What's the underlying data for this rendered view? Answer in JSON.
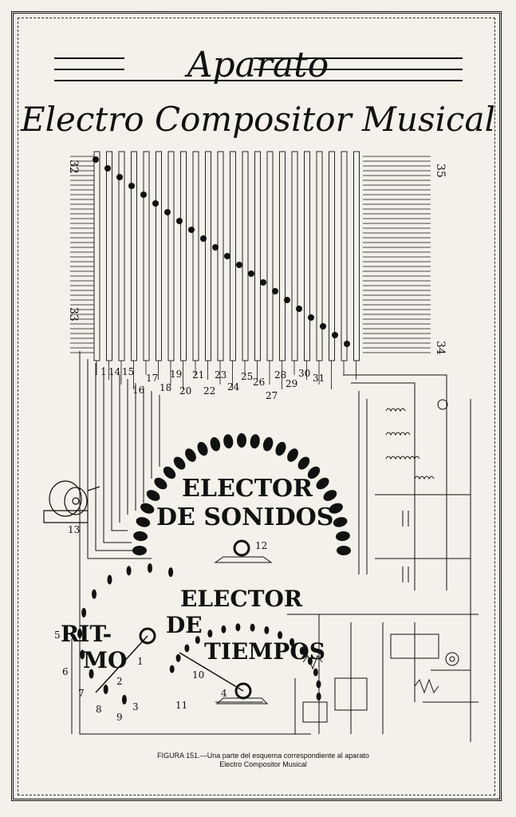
{
  "header": {
    "title_line1": "Aparato",
    "title_line2": "Electro Compositor Musical"
  },
  "diagram": {
    "labels": {
      "n1": "1",
      "n2": "2",
      "n3": "3",
      "n4": "4",
      "n5": "5",
      "n6": "6",
      "n7": "7",
      "n8": "8",
      "n9": "9",
      "n10": "10",
      "n11": "11",
      "n12": "12",
      "n14": "14",
      "n15": "15",
      "n16": "16",
      "n17": "17",
      "n18": "18",
      "n19": "19",
      "n20": "20",
      "n21": "21",
      "n22": "22",
      "n23": "23",
      "n24": "24",
      "n25": "25",
      "n26": "26",
      "n27": "27",
      "n28": "28",
      "n29": "29",
      "n30": "30",
      "n31": "31",
      "n32": "32",
      "n33": "33",
      "n34": "34",
      "n35": "35",
      "n13": "13"
    },
    "elector_sonidos": {
      "line1": "ELECTOR",
      "line2": "DE SONIDOS"
    },
    "elector_tiempos": {
      "line1": "ELECTOR",
      "line2": "DE",
      "line3": "TIEMPOS"
    },
    "ritmo": {
      "line1": "RIT-",
      "line2": "MO"
    }
  },
  "caption": {
    "line1": "FIGURA 151.—Una parte del esquema correspondiente al aparato",
    "line2": "Electro Compositor Musical"
  }
}
